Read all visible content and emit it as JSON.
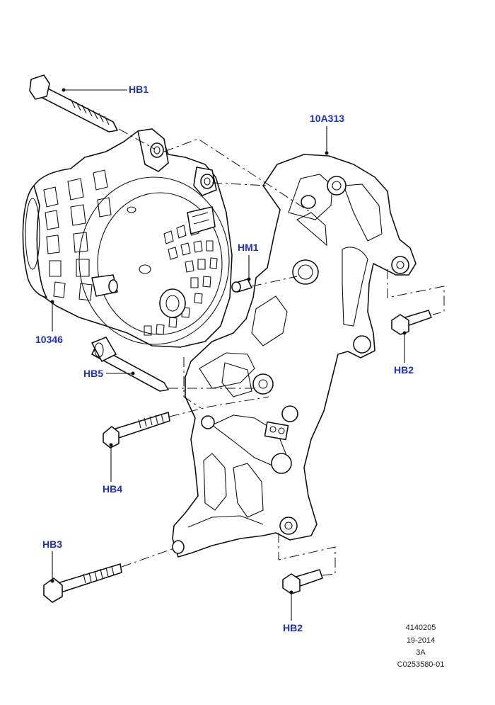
{
  "callouts": {
    "hb1": "HB1",
    "hb2_upper": "HB2",
    "hb2_lower": "HB2",
    "hb3": "HB3",
    "hb4": "HB4",
    "hb5": "HB5",
    "hm1": "HM1",
    "bracket": "10A313",
    "alternator": "10346"
  },
  "stamp": {
    "line1": "4140205",
    "line2": "19-2014",
    "line3": "3A",
    "line4": "C0253580-01"
  },
  "colors": {
    "callout": "#1c2fd1",
    "linework": "#111111"
  }
}
